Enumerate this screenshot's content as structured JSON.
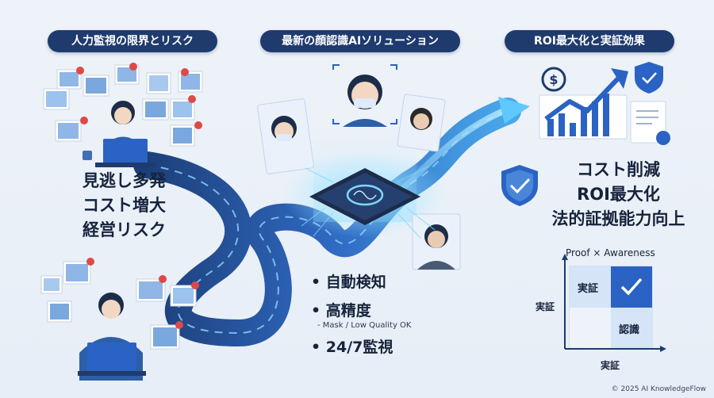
{
  "sections": {
    "left": {
      "title": "人力監視の限界とリスク",
      "lines": [
        "見逃し多発",
        "コスト増大",
        "経営リスク"
      ]
    },
    "center": {
      "title": "最新の顔認識AIソリューション",
      "bullets": [
        {
          "text": "自動検知"
        },
        {
          "text": "高精度",
          "sub": "- Mask / Low Quality OK"
        },
        {
          "text": "24/7監視"
        }
      ]
    },
    "right": {
      "title": "ROI最大化と実証効果",
      "lines": [
        "コスト削減",
        "ROI最大化",
        "法的証拠能力向上"
      ],
      "matrix": {
        "title": "Proof × Awareness",
        "y_label": "実証",
        "x_label": "実証",
        "top_left": "実証",
        "bottom_right": "認識"
      }
    }
  },
  "icons": [
    "dollar-icon",
    "shield-check-icon",
    "document-icon",
    "brain-chip-icon",
    "checkmark-icon",
    "laptop-icon"
  ],
  "colors": {
    "navy": "#1f3b6e",
    "accent": "#2a63c4",
    "glow": "#5fc8ff",
    "alert": "#e04848"
  },
  "copyright": "© 2025 AI KnowledgeFlow"
}
